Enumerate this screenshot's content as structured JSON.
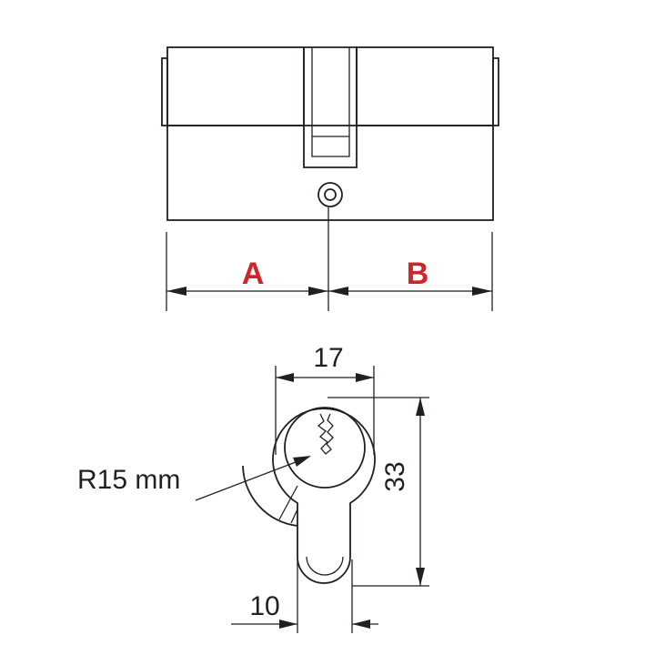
{
  "labels": {
    "a": "A",
    "b": "B",
    "width": "17",
    "height": "33",
    "bottom_width": "10",
    "radius": "R15 mm"
  },
  "colors": {
    "line": "#231f20",
    "accent": "#d2232a"
  }
}
